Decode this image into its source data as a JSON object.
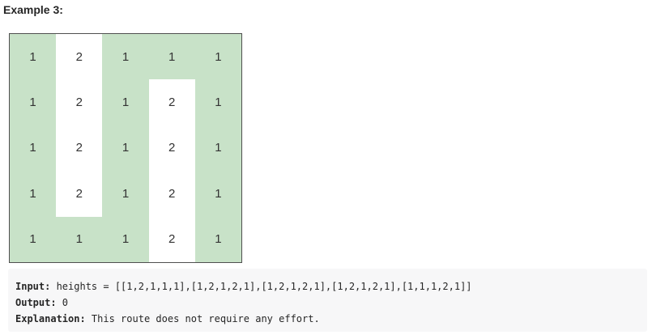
{
  "heading": "Example 3:",
  "grid": {
    "rows": [
      [
        1,
        2,
        1,
        1,
        1
      ],
      [
        1,
        2,
        1,
        2,
        1
      ],
      [
        1,
        2,
        1,
        2,
        1
      ],
      [
        1,
        2,
        1,
        2,
        1
      ],
      [
        1,
        1,
        1,
        2,
        1
      ]
    ],
    "path_color": "#c8e2c8",
    "off_path_color": "#ffffff",
    "white_cells": [
      [
        0,
        1
      ],
      [
        1,
        1
      ],
      [
        2,
        1
      ],
      [
        3,
        1
      ],
      [
        1,
        3
      ],
      [
        2,
        3
      ],
      [
        3,
        3
      ],
      [
        4,
        3
      ]
    ]
  },
  "example": {
    "input_label": "Input:",
    "input_value": " heights = [[1,2,1,1,1],[1,2,1,2,1],[1,2,1,2,1],[1,2,1,2,1],[1,1,1,2,1]]",
    "output_label": "Output:",
    "output_value": " 0",
    "explanation_label": "Explanation:",
    "explanation_value": " This route does not require any effort."
  }
}
